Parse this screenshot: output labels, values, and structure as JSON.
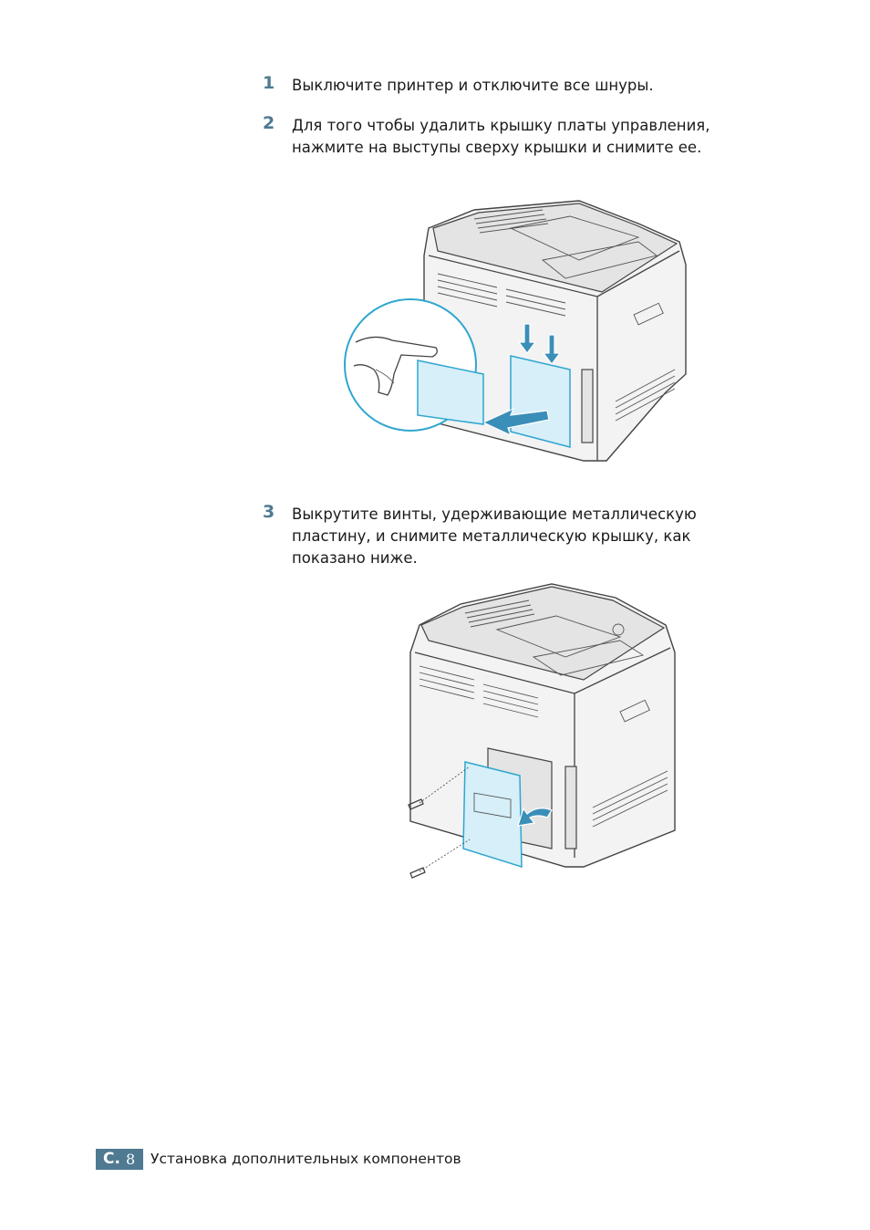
{
  "steps": [
    {
      "number": "1",
      "text": "Выключите принтер и отключите все шнуры."
    },
    {
      "number": "2",
      "text": "Для того чтобы удалить крышку платы управления, нажмите на выступы сверху крышки и снимите ее."
    },
    {
      "number": "3",
      "text": "Выкрутите винты, удерживающие металлическую пластину, и снимите металлическую крышку, как показано ниже."
    }
  ],
  "footer": {
    "letter": "C.",
    "page": "8",
    "title": "Установка дополнительных компонентов"
  },
  "colors": {
    "accent": "#4f7a91",
    "illustration_highlight": "#2fa6cf"
  }
}
